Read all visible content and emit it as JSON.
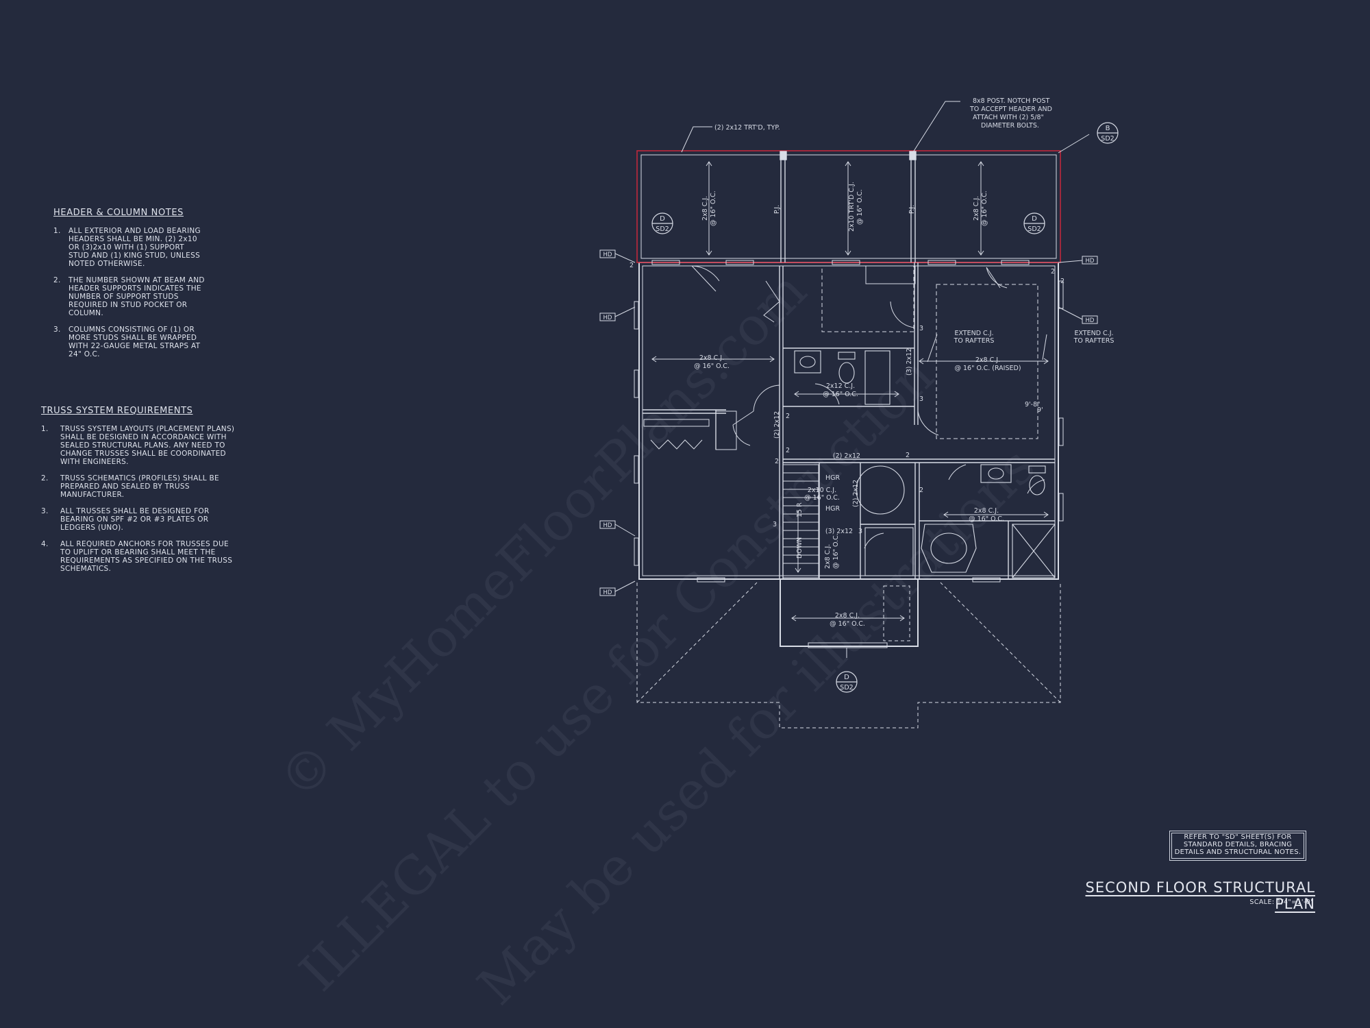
{
  "header_notes": {
    "title": "HEADER & COLUMN NOTES",
    "items": [
      {
        "num": "1.",
        "text": "ALL EXTERIOR AND LOAD BEARING HEADERS SHALL BE MIN. (2) 2x10 OR (3)2x10 WITH (1) SUPPORT STUD AND (1) KING STUD, UNLESS NOTED OTHERWISE."
      },
      {
        "num": "2.",
        "text": "THE NUMBER SHOWN AT BEAM AND HEADER SUPPORTS INDICATES THE NUMBER OF SUPPORT STUDS REQUIRED IN STUD POCKET OR COLUMN."
      },
      {
        "num": "3.",
        "text": "COLUMNS CONSISTING OF (1) OR MORE STUDS SHALL BE WRAPPED WITH 22-GAUGE METAL STRAPS AT 24\" O.C."
      }
    ]
  },
  "truss_notes": {
    "title": "TRUSS SYSTEM REQUIREMENTS",
    "items": [
      {
        "num": "1.",
        "text": "TRUSS SYSTEM LAYOUTS (PLACEMENT PLANS) SHALL BE DESIGNED IN ACCORDANCE WITH SEALED STRUCTURAL PLANS. ANY NEED TO CHANGE TRUSSES SHALL BE COORDINATED WITH ENGINEERS."
      },
      {
        "num": "2.",
        "text": "TRUSS SCHEMATICS (PROFILES) SHALL BE PREPARED AND SEALED BY TRUSS MANUFACTURER."
      },
      {
        "num": "3.",
        "text": "ALL TRUSSES SHALL BE DESIGNED FOR BEARING ON SPF #2 OR #3 PLATES OR LEDGERS (UNO)."
      },
      {
        "num": "4.",
        "text": "ALL REQUIRED ANCHORS FOR TRUSSES DUE TO UPLIFT OR BEARING SHALL MEET THE REQUIREMENTS AS SPECIFIED ON THE TRUSS SCHEMATICS."
      }
    ]
  },
  "plan_labels": {
    "trtd": "(2) 2x12 TRT'D, TYP.",
    "post_note_1": "8x8 POST. NOTCH POST",
    "post_note_2": "TO ACCEPT HEADER AND",
    "post_note_3": "ATTACH WITH (2) 5/8\"",
    "post_note_4": "DIAMETER BOLTS.",
    "sect_b": "B",
    "sect_d": "D",
    "sheet": "SD2",
    "hd": "HD",
    "num2": "2",
    "num3": "3",
    "cj_2x8": "2x8 C.J.",
    "cj_spacing": "@ 16\" O.C.",
    "cj_raised": "@ 16\" O.C. (RAISED)",
    "cj_2x10": "2x10 TRT'D C.J.",
    "cj_2x12": "2x12 C.J.",
    "cj_2x10b": "2x10 C.J.",
    "pj": "P.J.",
    "extend_1": "EXTEND C.J.",
    "extend_2": "TO RAFTERS",
    "hdr_2x12": "(2) 2x12",
    "hdr_3_2x12": "(3) 2x12",
    "hgr": "HGR",
    "down": "DOWN",
    "step_r": "15 R",
    "ceiling_h": "9'-8\"",
    "ceiling_h2": "9'"
  },
  "reference_note": "REFER TO \"SD\" SHEET(S) FOR STANDARD DETAILS, BRACING DETAILS AND STRUCTURAL NOTES.",
  "plan_title": "SECOND FLOOR STRUCTURAL PLAN",
  "plan_scale": "SCALE: 1/4\"=1'-0\"",
  "watermark": {
    "line1": "© MyHomeFloorPlans.com",
    "line2": "ILLEGAL to use for Construction",
    "line3": "May be used for illustrations"
  },
  "colors": {
    "background": "#242a3d",
    "linework": "#d8dce6",
    "beam_highlight": "#c0283c"
  }
}
